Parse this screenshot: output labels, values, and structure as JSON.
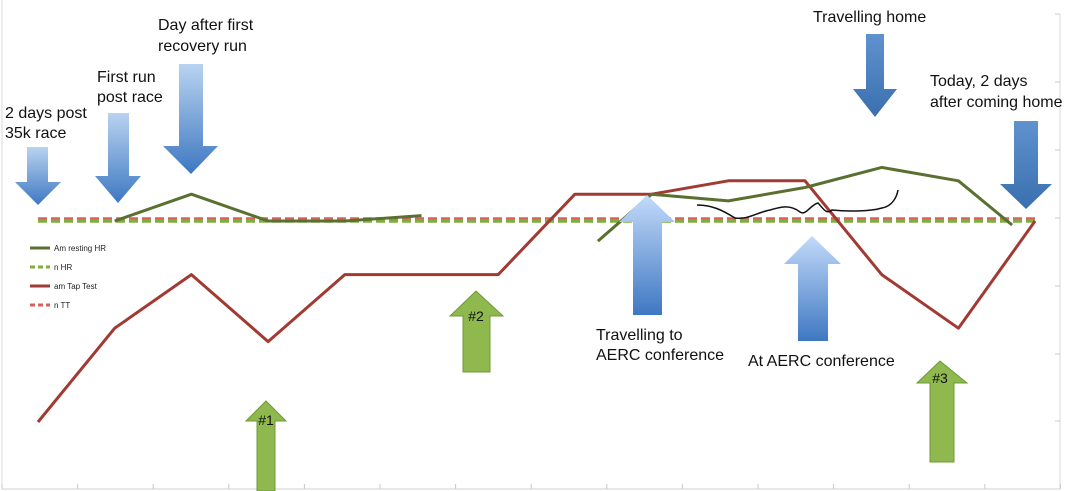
{
  "chart_data": {
    "type": "line",
    "title": "",
    "xlabel": "",
    "ylabel": "",
    "x": [
      1,
      2,
      3,
      4,
      5,
      6,
      7,
      8,
      9,
      10,
      11,
      12,
      13,
      14
    ],
    "ylim": [
      40,
      75
    ],
    "grid": false,
    "legend_position": "left",
    "colors": {
      "am_hr": "#5a7030",
      "n_hr": "#7fae3e",
      "am_tt": "#a23a34",
      "n_tt": "#d4625c",
      "arrow_blue": "#4d86c8",
      "arrow_green": "#8fb84f"
    },
    "series": [
      {
        "name": "Am resting HR",
        "style": "solid",
        "color": "#5a7030",
        "segments": [
          [
            [
              2,
              60
            ],
            [
              3,
              62
            ],
            [
              4,
              60
            ],
            [
              5,
              60
            ],
            [
              6,
              60.4
            ]
          ],
          [
            [
              8.3,
              58.5
            ],
            [
              9,
              62
            ],
            [
              10,
              61.5
            ],
            [
              11,
              62.5
            ],
            [
              12,
              64
            ],
            [
              13,
              63
            ],
            [
              13.7,
              59.7
            ]
          ]
        ]
      },
      {
        "name": "n HR",
        "style": "dashed",
        "color": "#7fae3e",
        "segments": [
          [
            [
              1,
              60
            ],
            [
              14,
              60
            ]
          ]
        ]
      },
      {
        "name": "am Tap Test",
        "style": "solid",
        "color": "#a23a34",
        "segments": [
          [
            [
              1,
              45
            ],
            [
              2,
              52
            ],
            [
              3,
              56
            ],
            [
              4,
              51
            ],
            [
              5,
              56
            ],
            [
              6,
              56
            ],
            [
              7,
              56
            ],
            [
              8,
              62
            ],
            [
              9,
              62
            ],
            [
              10,
              63
            ],
            [
              11,
              63
            ],
            [
              12,
              56
            ],
            [
              13,
              52
            ],
            [
              14,
              60
            ]
          ]
        ]
      },
      {
        "name": "n TT",
        "style": "dashed",
        "color": "#d4625c",
        "segments": [
          [
            [
              1,
              60.15
            ],
            [
              14,
              60.15
            ]
          ]
        ]
      }
    ],
    "annotations": [
      {
        "id": "ann-2days",
        "lines": [
          "2 days post",
          "35k race"
        ]
      },
      {
        "id": "ann-first-run",
        "lines": [
          "First run",
          "post race"
        ]
      },
      {
        "id": "ann-day-after",
        "lines": [
          "Day after first",
          "recovery run"
        ]
      },
      {
        "id": "ann-travel-home",
        "lines": [
          "Travelling home"
        ]
      },
      {
        "id": "ann-today",
        "lines": [
          "Today, 2 days",
          "after coming home"
        ]
      },
      {
        "id": "ann-travel-to",
        "lines": [
          "Travelling to",
          "AERC conference"
        ]
      },
      {
        "id": "ann-at-aerc",
        "lines": [
          "At AERC conference"
        ]
      }
    ],
    "markers": [
      "#1",
      "#2",
      "#3"
    ]
  }
}
